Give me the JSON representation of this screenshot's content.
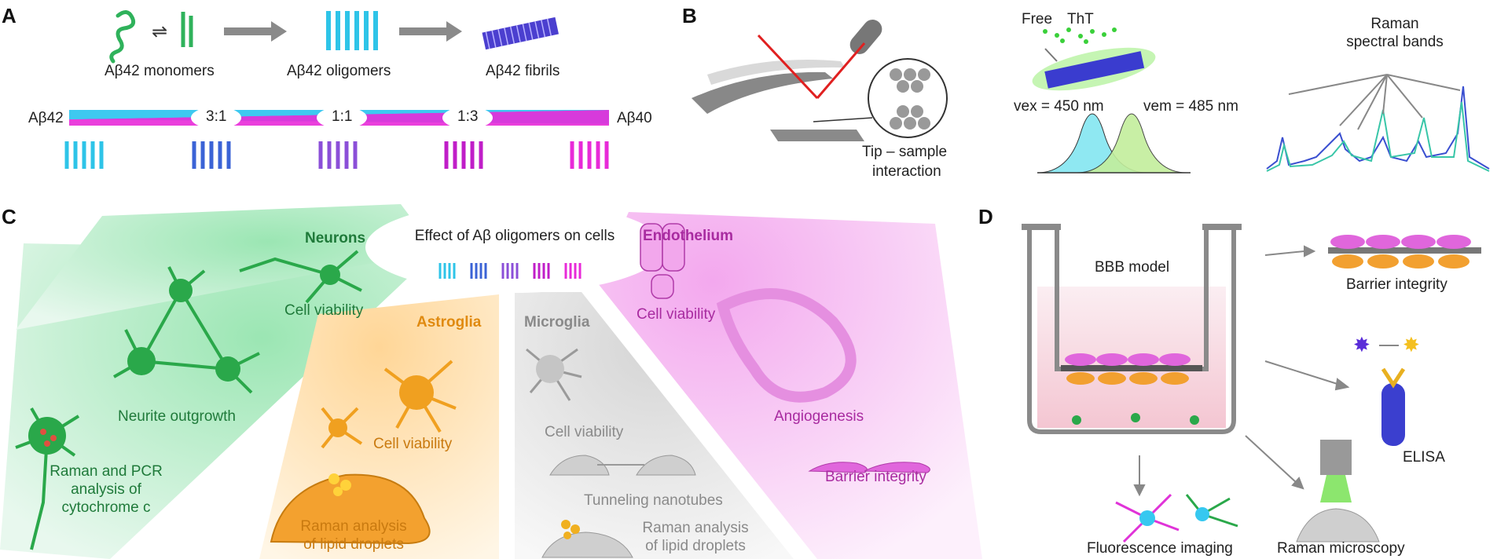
{
  "panels": {
    "a": "A",
    "b": "B",
    "c": "C",
    "d": "D"
  },
  "panel_a": {
    "monomers": "Aβ42 monomers",
    "oligomers": "Aβ42 oligomers",
    "fibrils": "Aβ42 fibrils",
    "left_species": "Aβ42",
    "right_species": "Aβ40",
    "ratios": [
      "3:1",
      "1:1",
      "1:3"
    ]
  },
  "panel_b": {
    "tip_sample": "Tip – sample",
    "interaction": "interaction",
    "free": "Free",
    "tht": "ThT",
    "vex": "vex = 450 nm",
    "vem": "vem = 485 nm",
    "raman_title_1": "Raman",
    "raman_title_2": "spectral bands"
  },
  "panel_c": {
    "center_title": "Effect of Aβ oligomers on cells",
    "neurons": {
      "title": "Neurons",
      "viability": "Cell viability",
      "outgrowth": "Neurite outgrowth",
      "raman1": "Raman and PCR",
      "raman2": "analysis of",
      "raman3": "cytochrome c"
    },
    "astroglia": {
      "title": "Astroglia",
      "viability": "Cell viability",
      "raman1": "Raman analysis",
      "raman2": "of lipid droplets"
    },
    "microglia": {
      "title": "Microglia",
      "viability": "Cell viability",
      "nanotubes": "Tunneling nanotubes",
      "raman1": "Raman analysis",
      "raman2": "of lipid droplets"
    },
    "endothelium": {
      "title": "Endothelium",
      "viability": "Cell viability",
      "angio": "Angiogenesis",
      "barrier": "Barrier integrity"
    }
  },
  "panel_d": {
    "bbb": "BBB model",
    "barrier": "Barrier integrity",
    "elisa": "ELISA",
    "fluorescence": "Fluorescence imaging",
    "raman": "Raman microscopy"
  },
  "colors": {
    "green": "#2aa84a",
    "cyan": "#2ec4e8",
    "blue": "#3b63d6",
    "purple": "#8b4fd8",
    "magenta": "#d81ad1",
    "orange": "#f0a020",
    "grey": "#9a9a9a",
    "pink": "#e58fe0"
  }
}
